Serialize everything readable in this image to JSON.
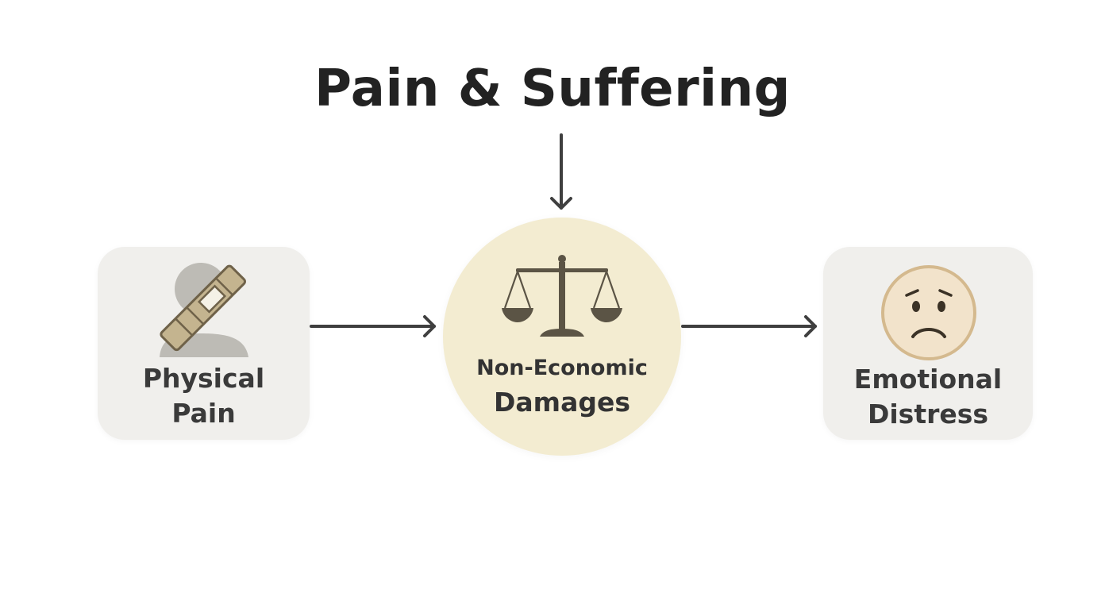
{
  "title": "Pain & Suffering",
  "nodes": {
    "left": {
      "label_line1": "Physical",
      "label_line2": "Pain",
      "icon": "bandaged-person-icon"
    },
    "center": {
      "label_line1": "Non-Economic",
      "label_line2": "Damages",
      "icon": "scales-of-justice-icon"
    },
    "right": {
      "label_line1": "Emotional",
      "label_line2": "Distress",
      "icon": "sad-face-icon"
    }
  },
  "colors": {
    "title": "#222222",
    "arrow": "#3f3f3f",
    "card_bg": "#f0efec",
    "center_bg": "#f3ecd1",
    "scales": "#5b5445",
    "bandage": "#b8a887",
    "bandage_stroke": "#6f6249",
    "person": "#bdbbb5",
    "face_fill": "#f2e3cb",
    "face_stroke": "#d4b98e",
    "face_features": "#3b3226"
  }
}
